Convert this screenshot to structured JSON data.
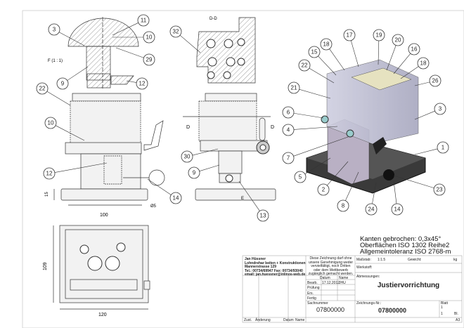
{
  "views": {
    "section_f": "F (1 : 1)",
    "section_dd": "D-D",
    "section_marker": "D",
    "detail_marker": "E"
  },
  "dimensions": {
    "height_15": "15",
    "width_100": "100",
    "dia_5": "Ø5",
    "height_109": "109",
    "width_120": "120"
  },
  "balloons": {
    "section_f": [
      "3",
      "11",
      "10",
      "29",
      "9",
      "12"
    ],
    "section_dd": [
      "32"
    ],
    "front": [
      "22",
      "10",
      "12",
      "14"
    ],
    "side": [
      "30",
      "9",
      "13"
    ],
    "iso": [
      "17",
      "19",
      "20",
      "16",
      "18",
      "26",
      "3",
      "1",
      "23",
      "14",
      "24",
      "8",
      "2",
      "5",
      "7",
      "4",
      "6",
      "21",
      "22",
      "15",
      "18"
    ]
  },
  "notes": [
    "Kanten gebrochen: 0,3x45°",
    "Oberflächen ISO 1302 Reihe2",
    "Allgemeintoleranz ISO 2768-m"
  ],
  "title_block": {
    "company": [
      "Jan Hüssner",
      "Lohndrehar beiten + Konstruktionen",
      "Mannerstrasse 129",
      "Tel.: 00734/69947 Fax: 00734/93040",
      "email: jan.huessner@inlinos-web.de"
    ],
    "copyright": "Diese Zeichnung darf ohne unsere Genehmigung weder vervielfältigt, noch Dritten oder dem Wettbewerb zugänglich gemacht werden.",
    "massstab_label": "Maßstab:",
    "massstab": "1:1.5",
    "gewicht_label": "Gewicht:",
    "gewicht_unit": "kg",
    "werkstoff_label": "Werkstoff:",
    "abmessungen_label": "Abmessungen:",
    "datum_label": "Datum",
    "name_label": "Name",
    "bearb_label": "Bearb.",
    "bearb_date": "17.12.2012",
    "bearb_name": "JHU",
    "pruefung_label": "Prüfung",
    "ers_label": "Ers.",
    "fertig_label": "Fertig",
    "title": "Justiervorrichtung",
    "sachnummer_label": "Sachnummer",
    "sachnummer": "07800000",
    "zeichnung_label": "Zeichnungs-Nr.:",
    "zeichnung": "07800000",
    "blatt_label": "Blatt",
    "blatt": "1",
    "blatt_of": "1",
    "bl_label": "Bl.",
    "format": "A3",
    "zust_label": "Zust.",
    "aenderung_label": "Änderung",
    "datum2_label": "Datum",
    "name2_label": "Name"
  }
}
